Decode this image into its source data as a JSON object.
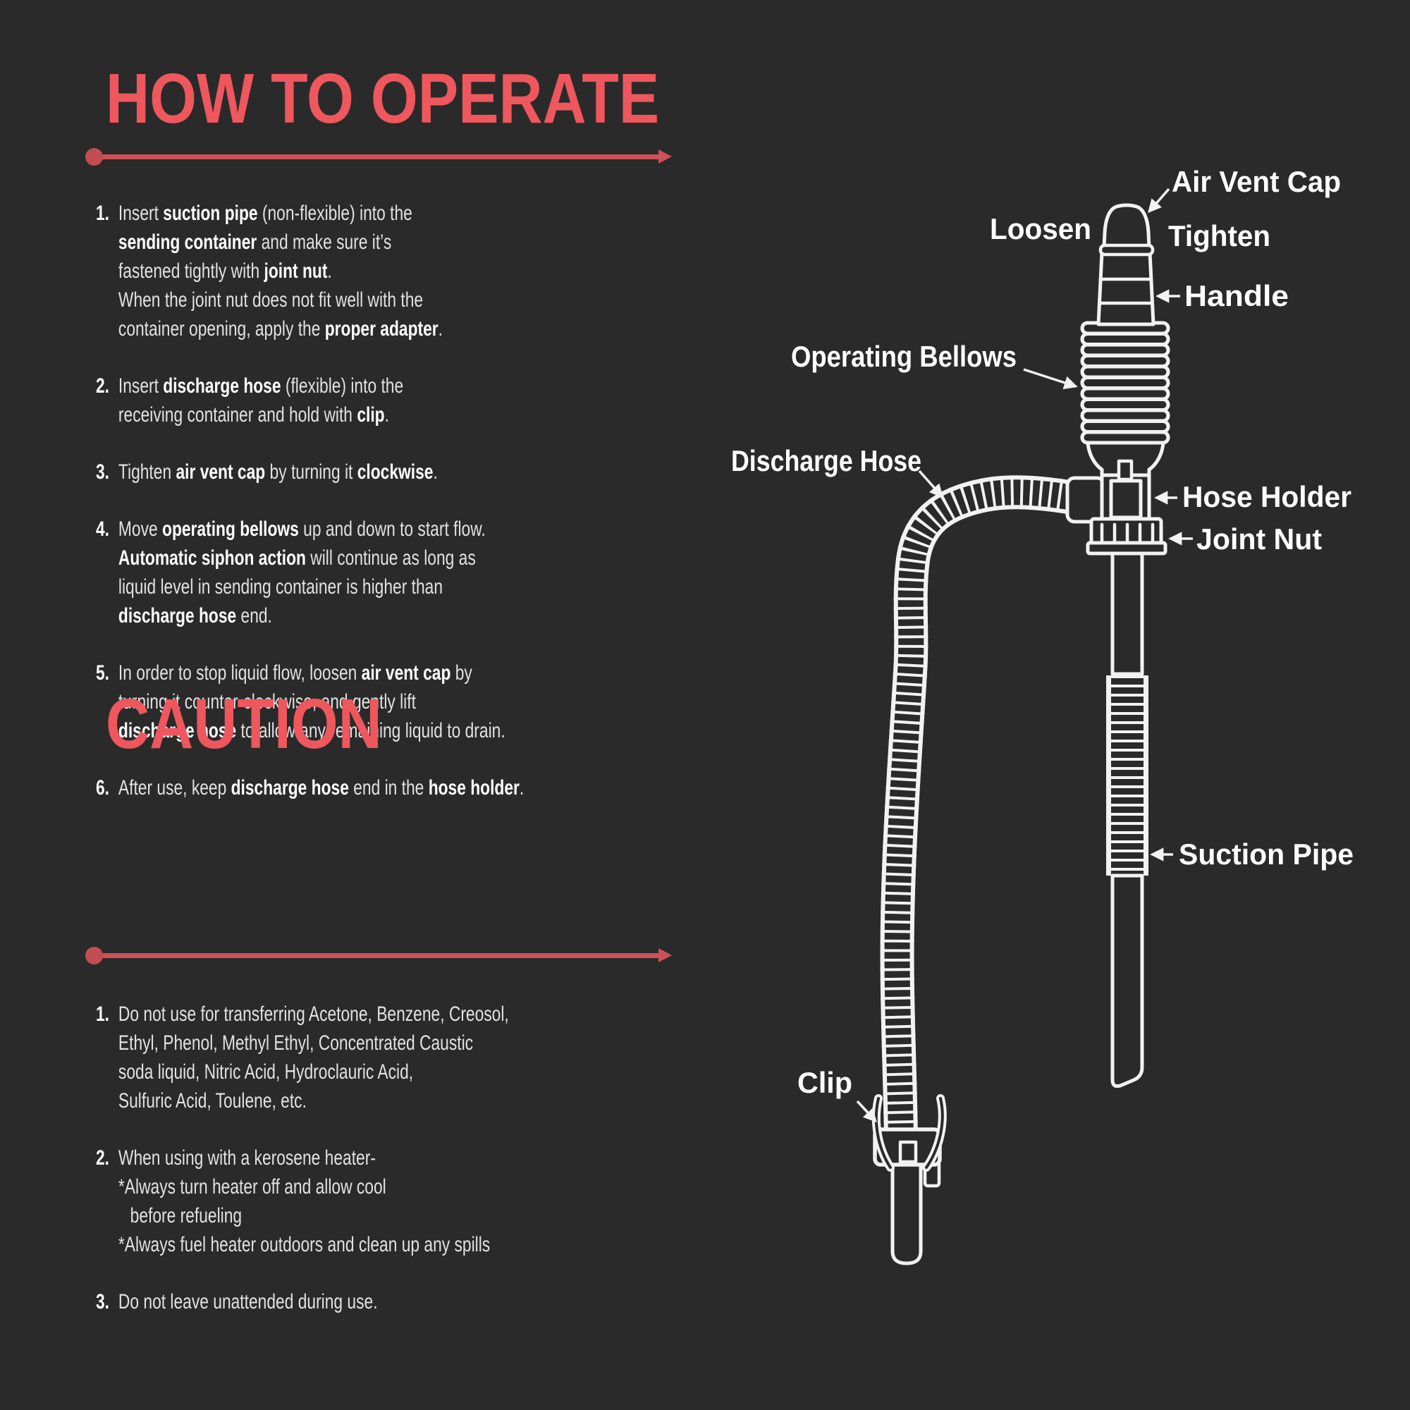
{
  "page": {
    "background": "#2a2a2a",
    "accent_red": "#ee575d",
    "rule_red": "#cf5157",
    "text_color": "#e2e2e2",
    "line_art_color": "#f2f2f2"
  },
  "operate": {
    "title": "HOW TO OPERATE",
    "steps": [
      {
        "num": "1.",
        "text": "Insert **suction pipe** (non-flexible) into the\n**sending container** and make sure it’s\nfastened tightly with **joint nut**.\nWhen the joint nut does not fit well with the\ncontainer opening, apply the **proper adapter**."
      },
      {
        "num": "2.",
        "text": "Insert **discharge hose** (flexible) into the\nreceiving container and hold with **clip**."
      },
      {
        "num": "3.",
        "text": "Tighten **air vent cap** by turning it **clockwise**."
      },
      {
        "num": "4.",
        "text": "Move **operating bellows** up and down to start flow.\n**Automatic siphon action** will continue as long as\nliquid level in sending container is higher than\n**discharge hose** end."
      },
      {
        "num": "5.",
        "text": "In order to stop liquid flow, loosen **air vent cap** by\nturning it counter-clockwise, and gently lift\n**discharge hose** to allow any remaining liquid to drain."
      },
      {
        "num": "6.",
        "text": "After use, keep **discharge hose** end in the **hose holder**."
      }
    ]
  },
  "caution": {
    "title": "CAUTION",
    "steps": [
      {
        "num": "1.",
        "text": "Do not use for transferring Acetone, Benzene, Creosol,\nEthyl, Phenol, Methyl Ethyl, Concentrated Caustic\nsoda liquid, Nitric Acid, Hydroclauric Acid,\nSulfuric Acid, Toulene, etc."
      },
      {
        "num": "2.",
        "text": "When using with a kerosene heater-\n*Always turn heater off and allow cool\n>before refueling\n*Always fuel heater outdoors and clean up any spills"
      },
      {
        "num": "3.",
        "text": "Do not leave unattended during use."
      }
    ]
  },
  "diagram": {
    "labels": {
      "air_vent_cap": "Air Vent Cap",
      "loosen": "Loosen",
      "tighten": "Tighten",
      "handle": "Handle",
      "operating_bellows": "Operating Bellows",
      "discharge_hose": "Discharge Hose",
      "hose_holder": "Hose Holder",
      "joint_nut": "Joint Nut",
      "suction_pipe": "Suction Pipe",
      "clip": "Clip"
    }
  }
}
